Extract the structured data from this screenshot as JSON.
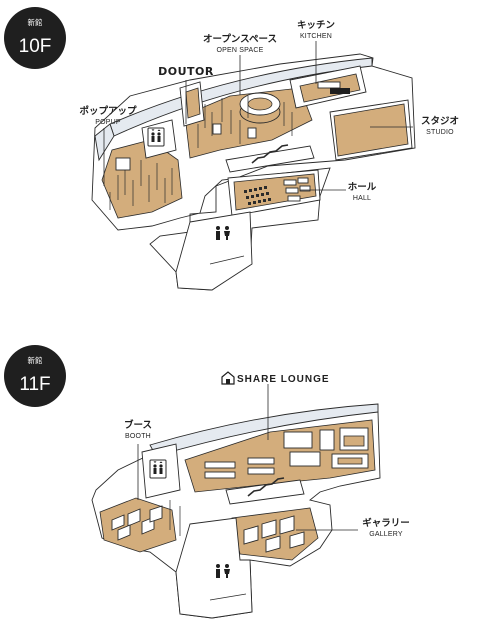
{
  "floors": [
    {
      "building": "新館",
      "level": "10F",
      "labels": {
        "doutor": "DOUTOR",
        "open_space_ja": "オープンスペース",
        "open_space_en": "OPEN SPACE",
        "kitchen_ja": "キッチン",
        "kitchen_en": "KITCHEN",
        "popup_ja": "ポップアップ",
        "popup_en": "POPUP",
        "studio_ja": "スタジオ",
        "studio_en": "STUDIO",
        "hall_ja": "ホール",
        "hall_en": "HALL"
      }
    },
    {
      "building": "新館",
      "level": "11F",
      "labels": {
        "share_lounge": "SHARE LOUNGE",
        "booth_ja": "ブース",
        "booth_en": "BOOTH",
        "gallery_ja": "ギャラリー",
        "gallery_en": "GALLERY"
      }
    }
  ],
  "colors": {
    "floor_wood": "#d3ad7c",
    "badge": "#1f1f1f",
    "glass": "#e5eaf0"
  },
  "icons": [
    "elevator-icon",
    "restroom-icon",
    "escalator-icon",
    "house-icon"
  ]
}
